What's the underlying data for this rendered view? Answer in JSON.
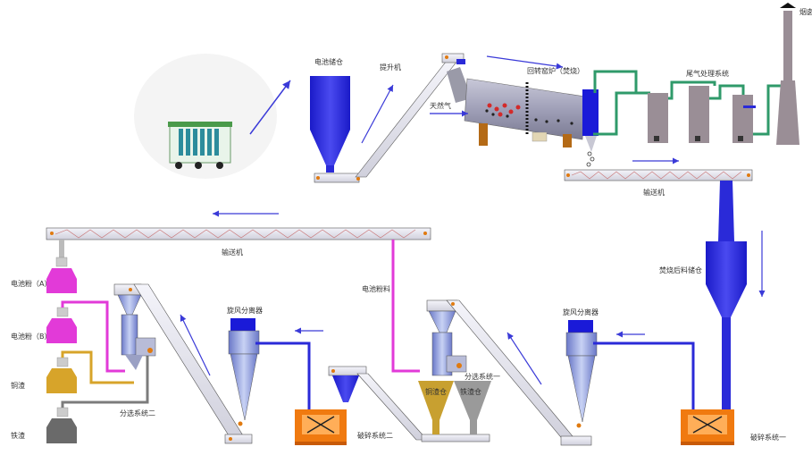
{
  "labels": {
    "chimney": "烟囱",
    "battery_bin": "电池储仓",
    "elevator": "提升机",
    "kiln": "回转窑炉（焚烧）",
    "natural_gas": "天然气",
    "exhaust": "尾气处理系统",
    "conveyor_right": "输送机",
    "conveyor_left": "输送机",
    "post_burn_bin": "焚烧后料储仓",
    "battery_powder_a": "电池粉（A）",
    "battery_powder_b": "电池粉（B）",
    "copper_slag": "铜渣",
    "iron_slag": "铁渣",
    "cyclone_left": "旋风分离器",
    "cyclone_right": "旋风分离器",
    "battery_powder_flow": "电池粉料",
    "copper_bin": "铜渣仓",
    "iron_bin": "铁渣仓",
    "sorting_one": "分选系统一",
    "sorting_two": "分选系统二",
    "crushing_one": "破碎系统一",
    "crushing_two": "破碎系统二"
  },
  "colors": {
    "blue": "#2a2ad8",
    "magenta": "#e22ee0",
    "gold": "#d7a42a",
    "gray": "#7c7c7c",
    "orange": "#f07a10",
    "teal": "#2f9a6a",
    "mauve": "#9a8e96"
  }
}
